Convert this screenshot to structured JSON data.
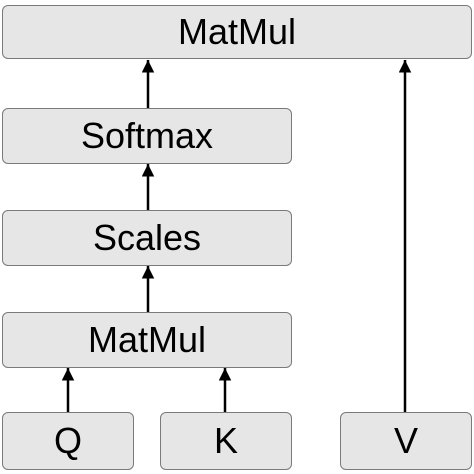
{
  "nodes": {
    "matmul_top": "MatMul",
    "softmax": "Softmax",
    "scales": "Scales",
    "matmul_bottom": "MatMul",
    "q": "Q",
    "k": "K",
    "v": "V"
  },
  "colors": {
    "box_fill": "#e6e6e6",
    "box_border": "#7a7a7a",
    "arrow": "#000000",
    "text": "#000000"
  }
}
